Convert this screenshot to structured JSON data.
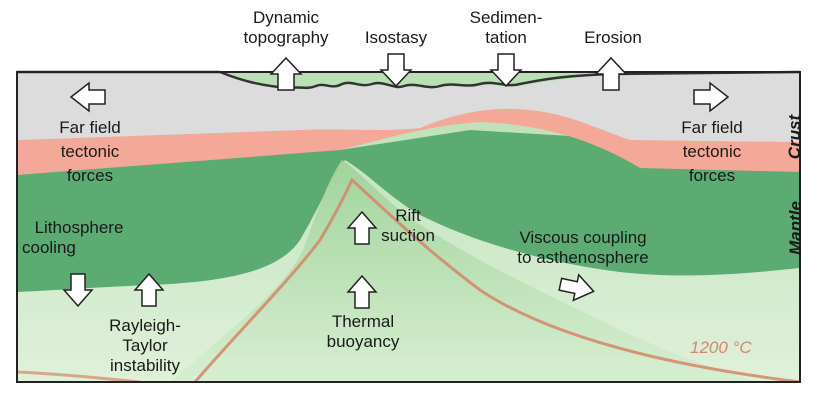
{
  "labels": {
    "dynamic_topography_1": "Dynamic",
    "dynamic_topography_2": "topography",
    "isostasy": "Isostasy",
    "sedimentation_1": "Sedimen-",
    "sedimentation_2": "tation",
    "erosion": "Erosion",
    "far_field_left_1": "Far field",
    "far_field_left_2": "tectonic",
    "far_field_left_3": "forces",
    "far_field_right_1": "Far field",
    "far_field_right_2": "tectonic",
    "far_field_right_3": "forces",
    "lithosphere_1": "Lithosphere",
    "lithosphere_2": "cooling",
    "rift_1": "Rift",
    "rift_2": "suction",
    "viscous_1": "Viscous coupling",
    "viscous_2": "to asthenosphere",
    "rayleigh_1": "Rayleigh-",
    "rayleigh_2": "Taylor",
    "rayleigh_3": "instability",
    "thermal_1": "Thermal",
    "thermal_2": "buoyancy",
    "isotherm": "1200 °C",
    "crust": "Crust",
    "mantle": "Mantle"
  },
  "colors": {
    "crust_sediment": "#dcdcdc",
    "crust": "#f3a898",
    "lithospheric_mantle": "#5cab72",
    "asthenosphere": "#cfe9c8",
    "isotherm": "#d4866a",
    "frame": "#222222"
  }
}
